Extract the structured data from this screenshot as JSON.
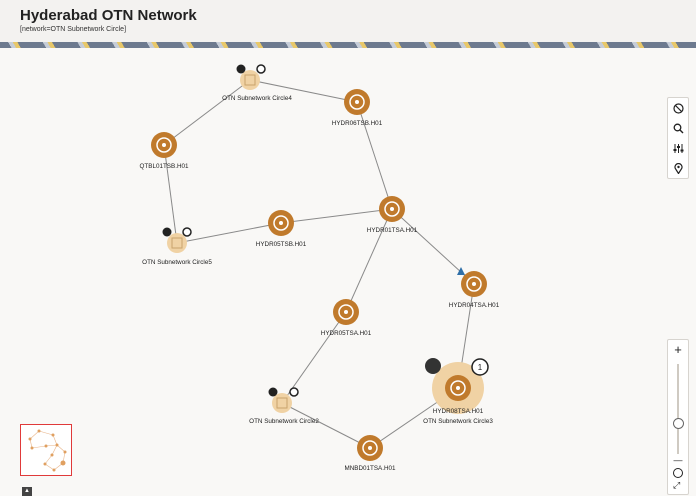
{
  "header": {
    "title": "Hyderabad OTN Network",
    "subtitle": "[network=OTN Subnetwork Circle]"
  },
  "nodes": {
    "circle4": "OTN Subnetwork Circle4",
    "hydr06tsb": "HYDR06TSB.H01",
    "qtbl01tsb": "QTBL01TSB.H01",
    "hydr05tsb": "HYDR05TSB.H01",
    "hydr01tsa": "HYDR01TSA.H01",
    "circle5": "OTN Subnetwork Circle5",
    "hydr04tsa": "HYDR04TSA.H01",
    "hydr05tsa": "HYDR05TSA.H01",
    "hydr08tsa": "HYDR08TSA.H01",
    "circle3": "OTN Subnetwork Circle3",
    "circle3_badge": "1",
    "circle2": "OTN Subnetwork Circle2",
    "mnbd01tsa": "MNBD01TSA.H01"
  },
  "toolbar": {
    "icons": [
      "clock-icon",
      "search-icon",
      "filter-sliders-icon",
      "location-pin-icon"
    ]
  },
  "zoom": {
    "plus": "+",
    "minus": "—",
    "level": 0.35
  },
  "colors": {
    "node_fill": "#c07a2c",
    "subnetwork_fill": "#f0d2a4",
    "link": "#8a8a8a",
    "minimap_border": "#e03a3a"
  }
}
